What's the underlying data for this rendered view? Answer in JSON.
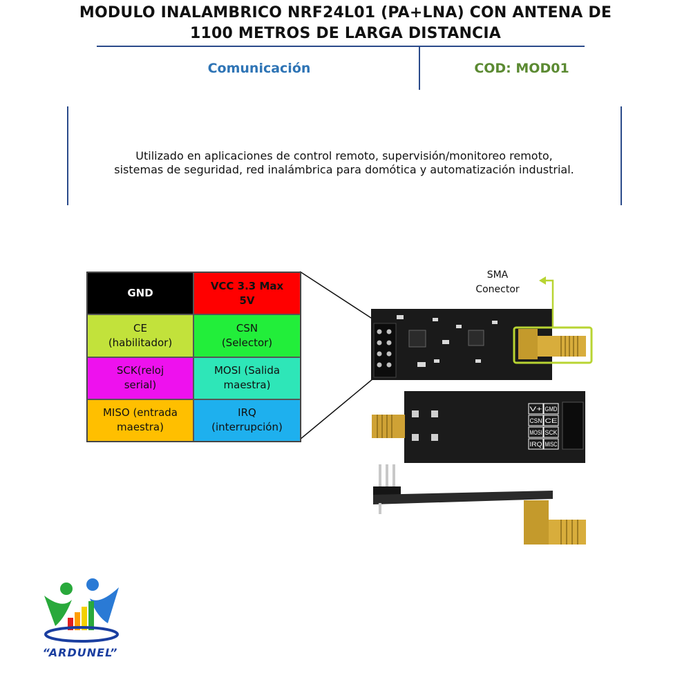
{
  "header": {
    "title_line1": "MODULO INALAMBRICO NRF24L01 (PA+LNA) CON ANTENA DE",
    "title_line2": "1100 METROS DE LARGA DISTANCIA",
    "category": "Comunicación",
    "code": "COD: MOD01"
  },
  "description": {
    "line1": "Utilizado en aplicaciones de control remoto, supervisión/monitoreo remoto,",
    "line2": "sistemas de seguridad, red inalámbrica para domótica y automatización industrial."
  },
  "pin_table": {
    "rows": [
      [
        {
          "line1": "GND",
          "line2": "",
          "bg": "#000000",
          "fg": "#ffffff",
          "bold": true
        },
        {
          "line1": "VCC 3.3 Max",
          "line2": "5V",
          "bg": "#ff0000",
          "fg": "#111111",
          "bold": true
        }
      ],
      [
        {
          "line1": "CE",
          "line2": "(habilitador)",
          "bg": "#c2e23b",
          "fg": "#111111",
          "bold": false
        },
        {
          "line1": "CSN",
          "line2": "(Selector)",
          "bg": "#22ee3a",
          "fg": "#111111",
          "bold": false
        }
      ],
      [
        {
          "line1": "SCK(reloj",
          "line2": "serial)",
          "bg": "#ee11ee",
          "fg": "#111111",
          "bold": false
        },
        {
          "line1": "MOSI (Salida",
          "line2": "maestra)",
          "bg": "#2ee6b8",
          "fg": "#111111",
          "bold": false
        }
      ],
      [
        {
          "line1": "MISO (entrada",
          "line2": "maestra)",
          "bg": "#ffbf00",
          "fg": "#111111",
          "bold": false
        },
        {
          "line1": "IRQ",
          "line2": "(interrupción)",
          "bg": "#1eb0ee",
          "fg": "#111111",
          "bold": false
        }
      ]
    ]
  },
  "sma": {
    "line1": "SMA",
    "line2": "Conector",
    "highlight_color": "#b8d432"
  },
  "board_silkscreen": {
    "pins": [
      [
        "V+",
        "GMD"
      ],
      [
        "CSN",
        "CE"
      ],
      [
        "MOSI",
        "SCK"
      ],
      [
        "IRQ",
        "MISC"
      ]
    ]
  },
  "logo": {
    "text": "“ARDUNEL”",
    "icon": "ardunel-people-logo-icon"
  }
}
